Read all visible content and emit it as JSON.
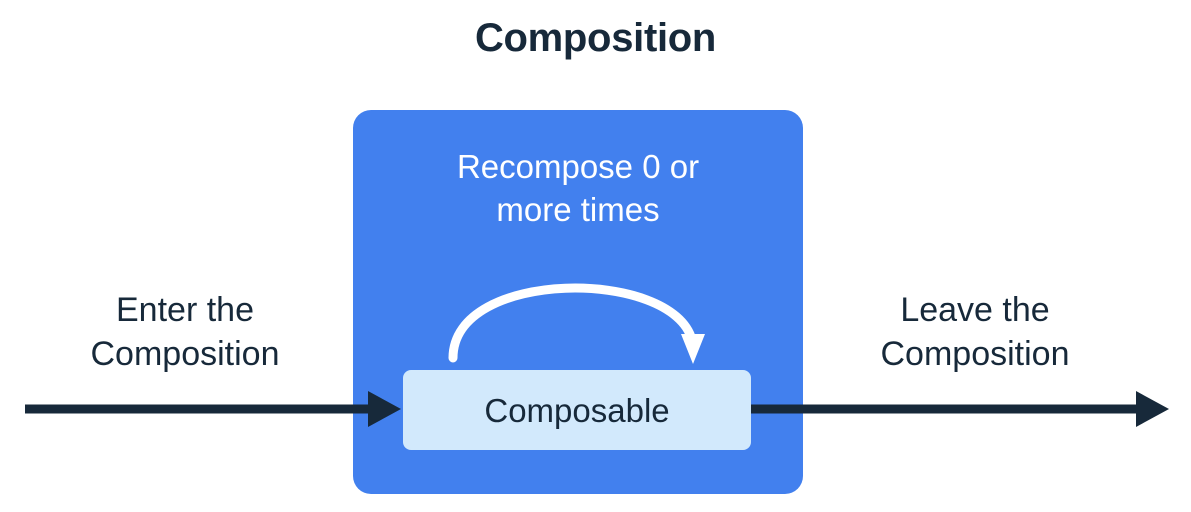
{
  "diagram": {
    "title": "Composition",
    "outer_box": {
      "name": "Composition",
      "color": "#4280ee",
      "recompose_label_line1": "Recompose 0 or",
      "recompose_label_line2": "more times"
    },
    "inner_box": {
      "label": "Composable",
      "color": "#d2e9fc"
    },
    "left_caption": {
      "line1": "Enter the",
      "line2": "Composition"
    },
    "right_caption": {
      "line1": "Leave the",
      "line2": "Composition"
    },
    "arrows": {
      "enter_arrow": "enter-flow-arrow",
      "leave_arrow": "leave-flow-arrow",
      "recompose_arrow": "recompose-loop-arrow"
    },
    "colors": {
      "background": "#ffffff",
      "text_dark": "#17293a",
      "text_light": "#ffffff",
      "accent_blue": "#4280ee",
      "accent_light_blue": "#d2e9fc",
      "arrow_dark": "#17293a"
    }
  }
}
